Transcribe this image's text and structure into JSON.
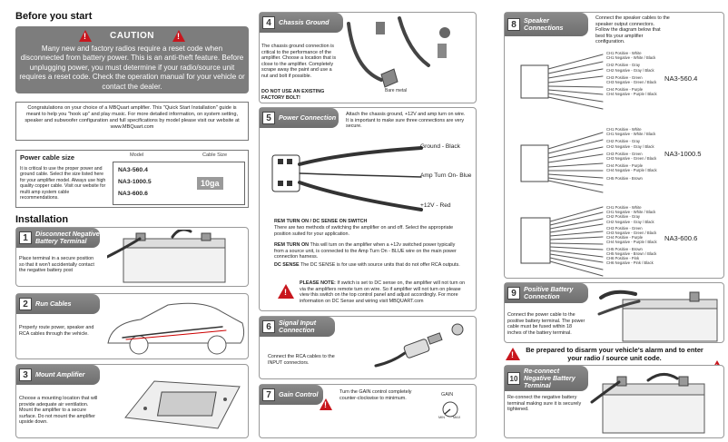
{
  "header": {
    "title": "Before you start"
  },
  "caution": {
    "title": "CAUTION",
    "body": "Many new and factory radios require a reset code when disconnected from battery power. This is an anti-theft feature. Before unplugging power, you must determine if your radio/source unit requires a reset code. Check the operation manual for your vehicle or contact the dealer."
  },
  "intro": {
    "text": "Congratulations on your choice of a MBQuart amplifier. This \"Quick Start Installation\" guide is meant to help you \"hook up\" and play music. For more detailed information, on system setting, speaker and subwoofer configuration and full specifications by model please visit our website at www.MBQuart.com"
  },
  "power_cable": {
    "title": "Power cable size",
    "text": "It is critical to use the proper power and ground cable. Select the size listed here for your amplifier model. Always use high quality copper cable. Visit our website for multi amp system cable recommendations.",
    "col_model": "Model",
    "col_size": "Cable Size",
    "models": [
      "NA3-560.4",
      "NA3-1000.5",
      "NA3-600.6"
    ],
    "size": "10ga"
  },
  "installation": {
    "title": "Installation"
  },
  "steps": {
    "s1": {
      "num": "1",
      "title": "Disconnect Negative Battery Terminal",
      "text": "Place terminal in a secure position so that it won't accidentally contact the negative battery post"
    },
    "s2": {
      "num": "2",
      "title": "Run Cables",
      "text": "Properly route power, speaker and RCA cables through the vehicle."
    },
    "s3": {
      "num": "3",
      "title": "Mount Amplifier",
      "text": "Choose a mounting location that will provide adequate air ventilation. Mount the amplifier to a secure surface. Do not mount the amplifier upside down."
    },
    "s4": {
      "num": "4",
      "title": "Chassis Ground",
      "text": "The chassis ground connection is critical to the performance of the amplifier. Choose a location that is close to the amplifier. Completely scrape away the paint and use a nut and bolt if possible.",
      "warn": "DO NOT USE AN EXISTING FACTORY BOLT!",
      "bare_metal": "Bare metal"
    },
    "s5": {
      "num": "5",
      "title": "Power Connection",
      "text": "Attach the chassis ground, +12V and amp turn on wire. It is important to make sure three connections are very secure.",
      "ground": "Ground - Black",
      "remote": "Amp Turn On- Blue",
      "plus": "+12V - Red",
      "rem_heading": "REM TURN ON / DC SENSE ON SWITCH",
      "rem_intro": "There are two methods of switching the amplifier on and off. Select the appropriate position suited for your application.",
      "rem_label": "REM TURN ON",
      "rem_text": "This will turn on the amplifier when a +12v switched power typically from a source unit, is connected to the Amp Turn On - BLUE wire on the main power connection harness.",
      "dc_label": "DC SENSE",
      "dc_text": "The DC SENSE is for use with source units that do not offer RCA outputs.",
      "note_label": "PLEASE NOTE:",
      "note_text": "If switch is set to DC sense on, the amplifier will not turn on via the amplifiers remote turn on wire. So if amplifier will not turn on please view this switch on the top control panel and adjust accordingly. For more information on DC Sense and wiring visit MBQUART.com"
    },
    "s6": {
      "num": "6",
      "title": "Signal Input Connection",
      "text": "Connect the RCA cables to the INPUT connectors."
    },
    "s7": {
      "num": "7",
      "title": "Gain Control",
      "text": "Turn the GAIN control completely counter-clockwise to minimum.",
      "gain": "GAIN",
      "min": "MIN",
      "max": "MAX"
    },
    "s8": {
      "num": "8",
      "title": "Speaker Connections",
      "text": "Connect the speaker cables to the speaker output connectors. Follow the diagram below that best fits your amplifier configuration.",
      "model1": "NA3-560.4",
      "model2": "NA3-1000.5",
      "model3": "NA3-600.6",
      "wires1": [
        "CH1 Positive - White",
        "CH1 Negative - White / Black",
        "CH2 Positive - Gray",
        "CH2 Negative - Gray / Black",
        "CH3 Positive - Green",
        "CH3 Negative - Green / Black",
        "CH4 Positive - Purple",
        "CH4 Negative - Purple / Black"
      ],
      "wires2": [
        "CH1 Positive - White",
        "CH1 Negative - White / Black",
        "CH2 Positive - Gray",
        "CH2 Negative - Gray / Black",
        "CH3 Positive - Green",
        "CH3 Negative - Green / Black",
        "CH4 Positive - Purple",
        "CH4 Negative - Purple / Black",
        "CH5 Positive - Brown"
      ],
      "wires3": [
        "CH1 Positive - White",
        "CH1 Negative - White / Black",
        "CH2 Positive - Gray",
        "CH2 Negative - Gray / Black",
        "CH3 Positive - Green",
        "CH3 Negative - Green / Black",
        "CH4 Positive - Purple",
        "CH4 Negative - Purple / Black",
        "CH5 Positive - Brown",
        "CH5 Negative - Brown / Black",
        "CH6 Positive - Pink",
        "CH6 Negative - Pink / Black"
      ]
    },
    "s9": {
      "num": "9",
      "title": "Positive Battery Connection",
      "text": "Connect the power cable to the positive battery terminal. The power cable must be fused within 18 inches of the battery terminal."
    },
    "alarm": {
      "text": "Be prepared to disarm your vehicle's alarm and to enter your radio / source unit code."
    },
    "s10": {
      "num": "10",
      "title": "Re-connect Negative Battery Terminal",
      "text": "Re-connect the negative battery terminal making sure it is securely tightened."
    }
  }
}
